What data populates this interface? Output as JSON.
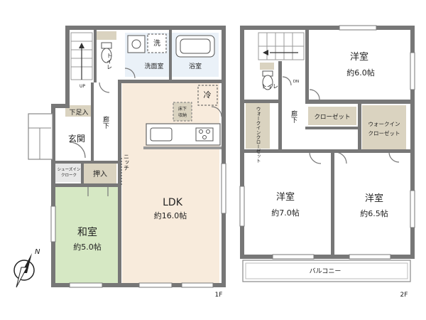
{
  "floor1": {
    "label": "1F",
    "rooms": {
      "ldk_name": "LDK",
      "ldk_size": "約16.0帖",
      "washitsu_name": "和室",
      "washitsu_size": "約5.0帖",
      "genkan": "玄関",
      "shimoashiire": "下足入",
      "shoes_in_cloak_line1": "シューズイン",
      "shoes_in_cloak_line2": "クローク",
      "oshiire": "押入",
      "rouka": "廊下",
      "toilet": "トイレ",
      "senmenshitsu": "洗面室",
      "yokushitsu": "浴室",
      "sen": "洗",
      "rei": "冷",
      "yukashita_line1": "床下",
      "yukashita_line2": "収納",
      "nicchi": "ニッチ",
      "up": "UP"
    }
  },
  "floor2": {
    "label": "2F",
    "rooms": {
      "youshitsu_a_name": "洋室",
      "youshitsu_a_size": "約6.0帖",
      "youshitsu_b_name": "洋室",
      "youshitsu_b_size": "約7.0帖",
      "youshitsu_c_name": "洋室",
      "youshitsu_c_size": "約6.5帖",
      "closet": "クローゼット",
      "wic_right_line1": "ウォークイン",
      "wic_right_line2": "クローゼット",
      "wic_left_vertical": "ウォークインクローゼット",
      "rouka": "廊下",
      "toilet": "トイレ",
      "balcony": "バルコニー",
      "dn": "DN"
    }
  },
  "compass": {
    "north": "N"
  },
  "colors": {
    "wall": "#777777",
    "ldk_floor": "#f8ebdc",
    "washitsu_floor": "#d6e8c4",
    "storage": "#dad3c0",
    "wet_area": "#eaf1f8"
  }
}
